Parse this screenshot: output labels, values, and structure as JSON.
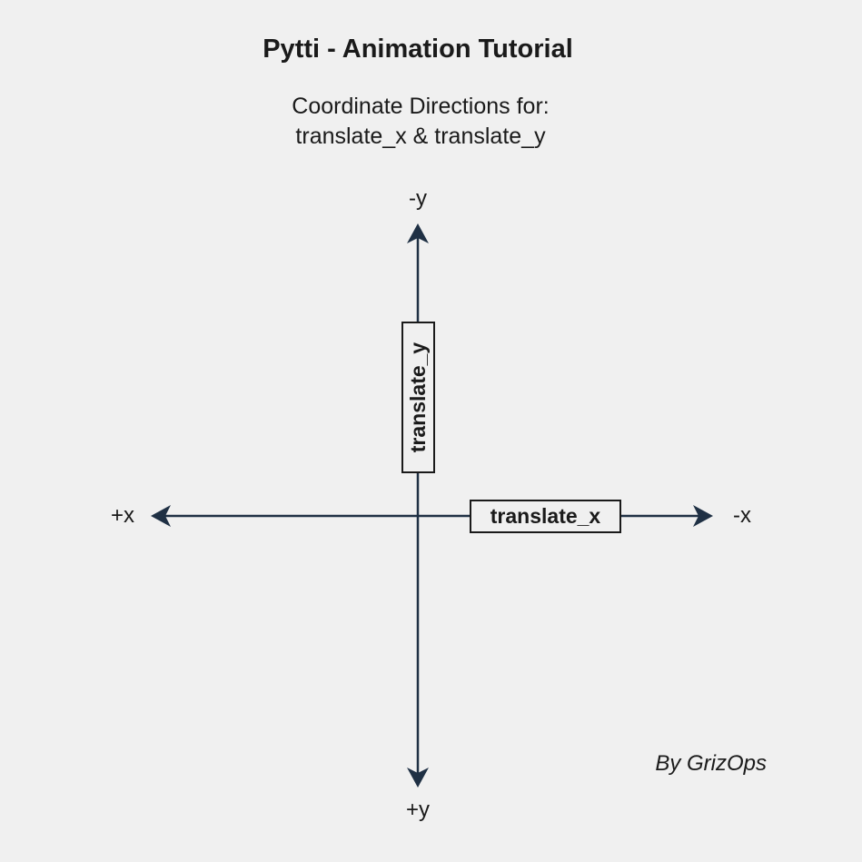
{
  "header": {
    "title": "Pytti - Animation Tutorial",
    "subtitle_line1": "Coordinate Directions for:",
    "subtitle_line2": "translate_x & translate_y"
  },
  "axes": {
    "top_label": "-y",
    "bottom_label": "+y",
    "left_label": "+x",
    "right_label": "-x",
    "horizontal_box": "translate_x",
    "vertical_box": "translate_y",
    "line_color": "#1f3044"
  },
  "footer": {
    "credit": "By GrizOps"
  }
}
